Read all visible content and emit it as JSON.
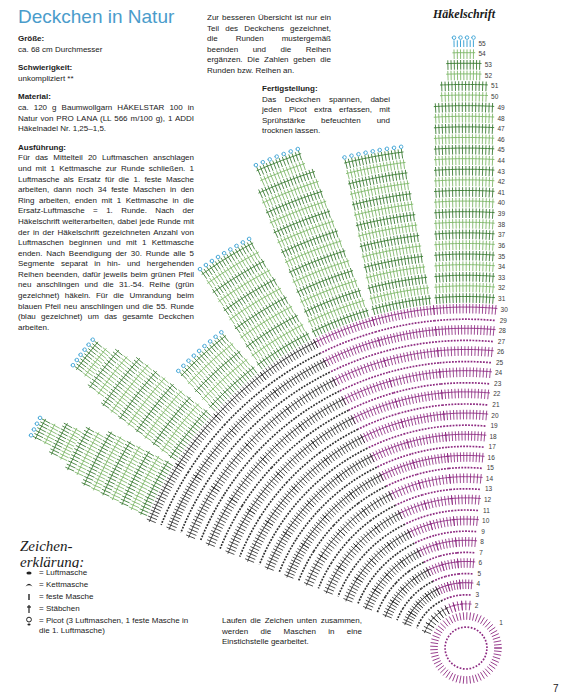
{
  "diagram": {
    "title": "Deckchen in Natur",
    "labels": [
      "Häkelschrift",
      "Größe:",
      "ca. 68 cm Durchmesser",
      "Schwierigkeit:",
      "unkompliziert **",
      "Material:",
      "ca. 120 g Baumwollgarn HÄKELSTAR 100 in Natur von PRO LANA (LL 566 m/100 g), 1 ADDI Häkelnadel Nr. 1,25–1,5.",
      "Ausführung:",
      "Für das Mittelteil 20 Luftmaschen anschlagen und mit 1 Kettmasche zur Runde schließen. 1 Luftmasche als Ersatz für die 1. feste Masche arbeiten, dann noch 34 feste Maschen in den Ring arbeiten, enden mit 1 Kettmasche in die Ersatz-Luftmasche = 1. Runde. Nach der Häkelschrift weiterarbeiten, dabei jede Runde mit der in der Häkelschrift gezeichneten Anzahl von Luftmaschen beginnen und mit 1 Kettmasche enden. Nach Beendigung der 30. Runde alle 5 Segmente separat in hin- und hergehenden Reihen beenden, dafür jeweils beim grünen Pfeil neu anschlingen und die 31.-54. Reihe (grün gezeichnet) häkeln. Für die Umrandung beim blauen Pfeil neu anschlingen und die 55. Runde (blau gezeichnet) um das gesamte Deckchen arbeiten.",
      "Zur besseren Übersicht ist nur ein Teil des Deckchens gezeichnet, die Runden mustergemäß beenden und die Reihen ergänzen. Die Zahlen geben die Runden bzw. Reihen an.",
      "Fertigstellung:",
      "Das Deckchen spannen, dabei jeden Picot extra erfassen, mit Sprühstärke befeuchten und trocknen lassen.",
      "Zeichen- erklärung:",
      "Laufen die Zeichen unten zusammen, werden die Maschen in eine Einstichstelle gearbeitet.",
      "7",
      "1",
      "2",
      "3",
      "4",
      "5",
      "6",
      "7",
      "8",
      "9",
      "10",
      "11",
      "12",
      "13",
      "14",
      "15",
      "16",
      "17",
      "18",
      "19",
      "20",
      "21",
      "22",
      "23",
      "24",
      "25",
      "26",
      "27",
      "28",
      "29",
      "30",
      "31",
      "32",
      "33",
      "34",
      "35",
      "36",
      "37",
      "38",
      "39",
      "40",
      "41",
      "42",
      "43",
      "44",
      "45",
      "46",
      "47",
      "48",
      "49",
      "50",
      "51",
      "52",
      "53",
      "54",
      "55"
    ],
    "legend": [
      {
        "text": "= Luftmasche"
      },
      {
        "text": "= Kettmasche"
      },
      {
        "text": "= feste Masche"
      },
      {
        "text": "= Stäbchen"
      },
      {
        "text": "= Picot (3 Luftmaschen, 1 feste Masche in die 1. Luftmasche)"
      }
    ]
  }
}
